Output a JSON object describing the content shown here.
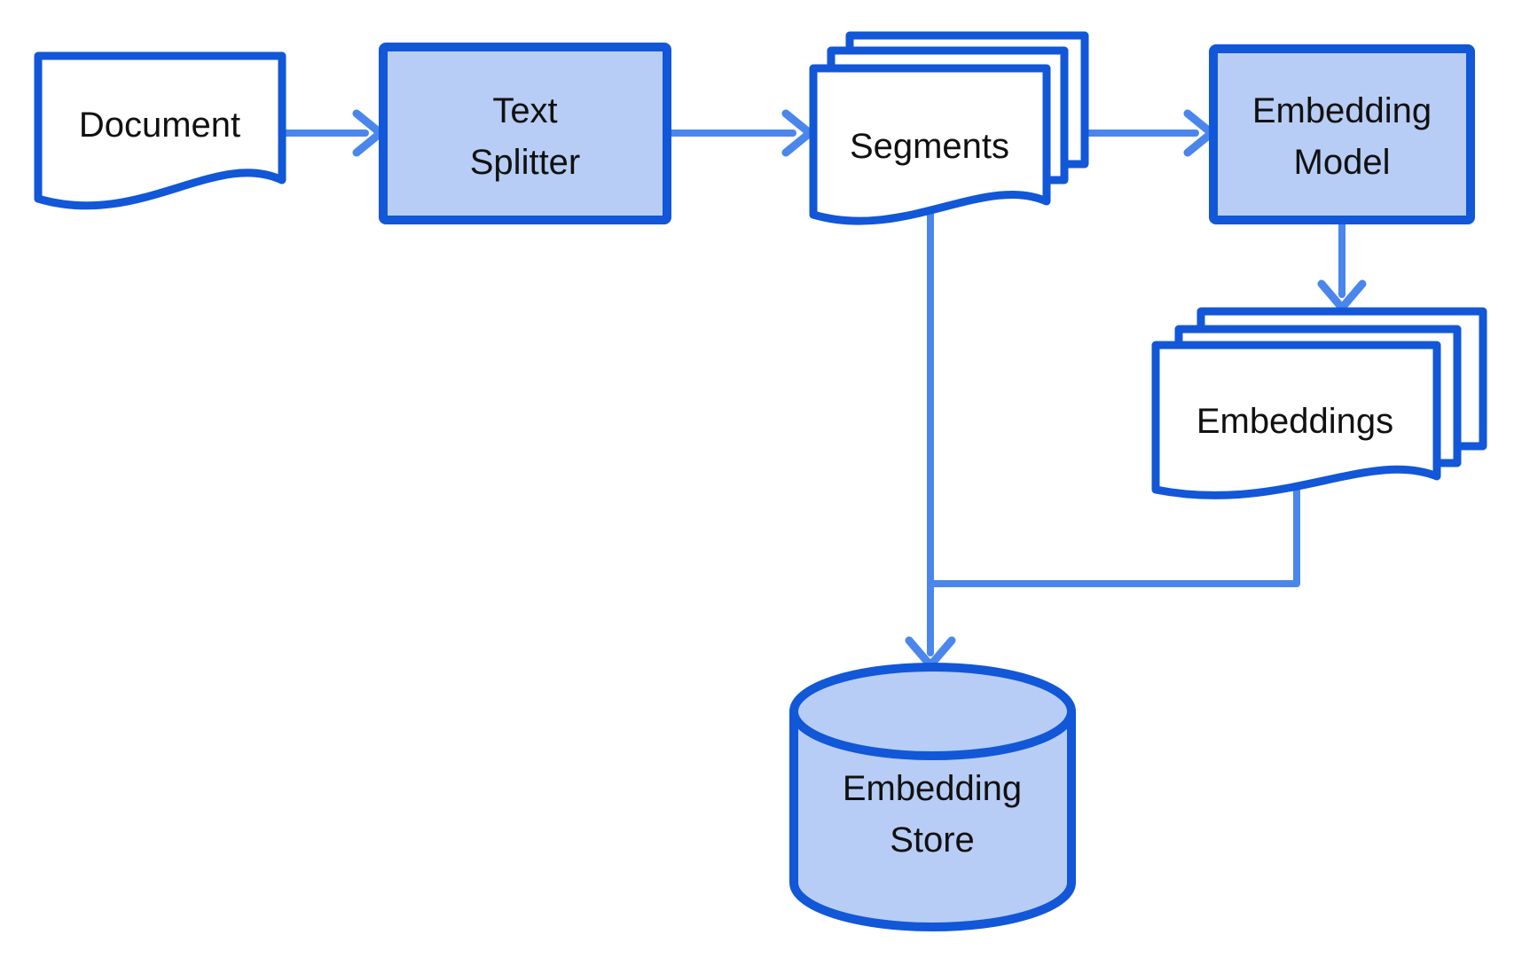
{
  "nodes": {
    "document": {
      "label": "Document"
    },
    "text_splitter": {
      "line1": "Text",
      "line2": "Splitter"
    },
    "segments": {
      "label": "Segments"
    },
    "embedding_model": {
      "line1": "Embedding",
      "line2": "Model"
    },
    "embeddings": {
      "label": "Embeddings"
    },
    "embedding_store": {
      "line1": "Embedding",
      "line2": "Store"
    }
  },
  "colors": {
    "node_border": "#1157D7",
    "node_fill": "#B7CDF5",
    "doc_fill": "#FFFFFF",
    "connector": "#4A86EC",
    "label": "#111111",
    "background": "#FFFFFF"
  }
}
